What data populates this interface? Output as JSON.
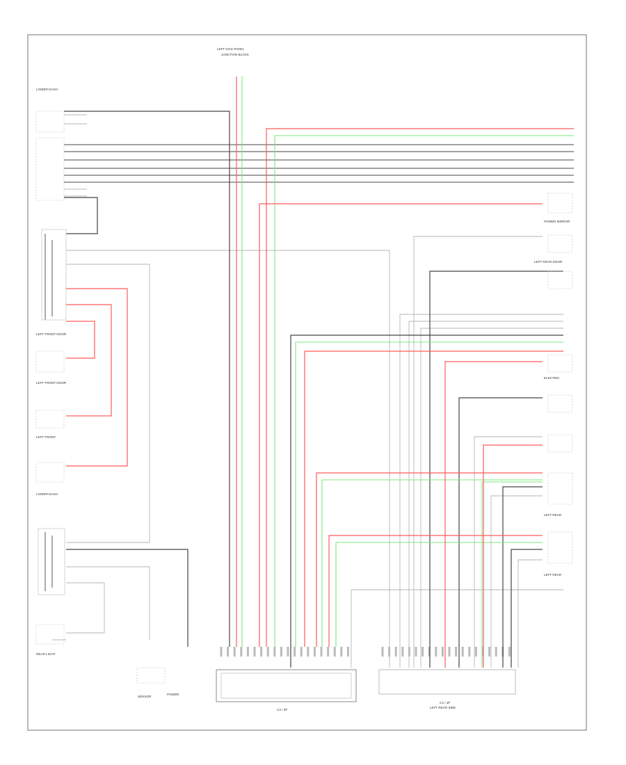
{
  "diagram": {
    "labels": {
      "top_connector": "LEFT KICK PANEL",
      "top_connector_sub": "JUNCTION BLOCK",
      "upper_left_module": "LOWER DASH",
      "lower_left_module": "LOWER DASH",
      "bottom_connector": "C2 / 3P",
      "bottom_right_connector": "C2 / 4P",
      "bottom_right_connector_sub": "LEFT REAR SIDE",
      "mid_left_1": "LEFT FRONT DOOR",
      "mid_left_2": "LEFT FRONT DOOR",
      "mid_left_3": "LEFT FRONT",
      "bottom_left_1": "REAR LIGHT",
      "bottom_left_2": "POWER",
      "bottom_left_3": "SENSOR",
      "right_group_1": "POWER MIRROR",
      "right_group_2": "LEFT REAR DOOR",
      "right_group_3": "ELECTRIC",
      "right_group_4": "LEFT REAR",
      "right_group_5": "LEFT REAR"
    },
    "colors": {
      "red_wire": "#ff5a5a",
      "green_wire": "#7ee87e",
      "black_wire": "#444444",
      "gray_wire": "#b5b5b5"
    }
  }
}
